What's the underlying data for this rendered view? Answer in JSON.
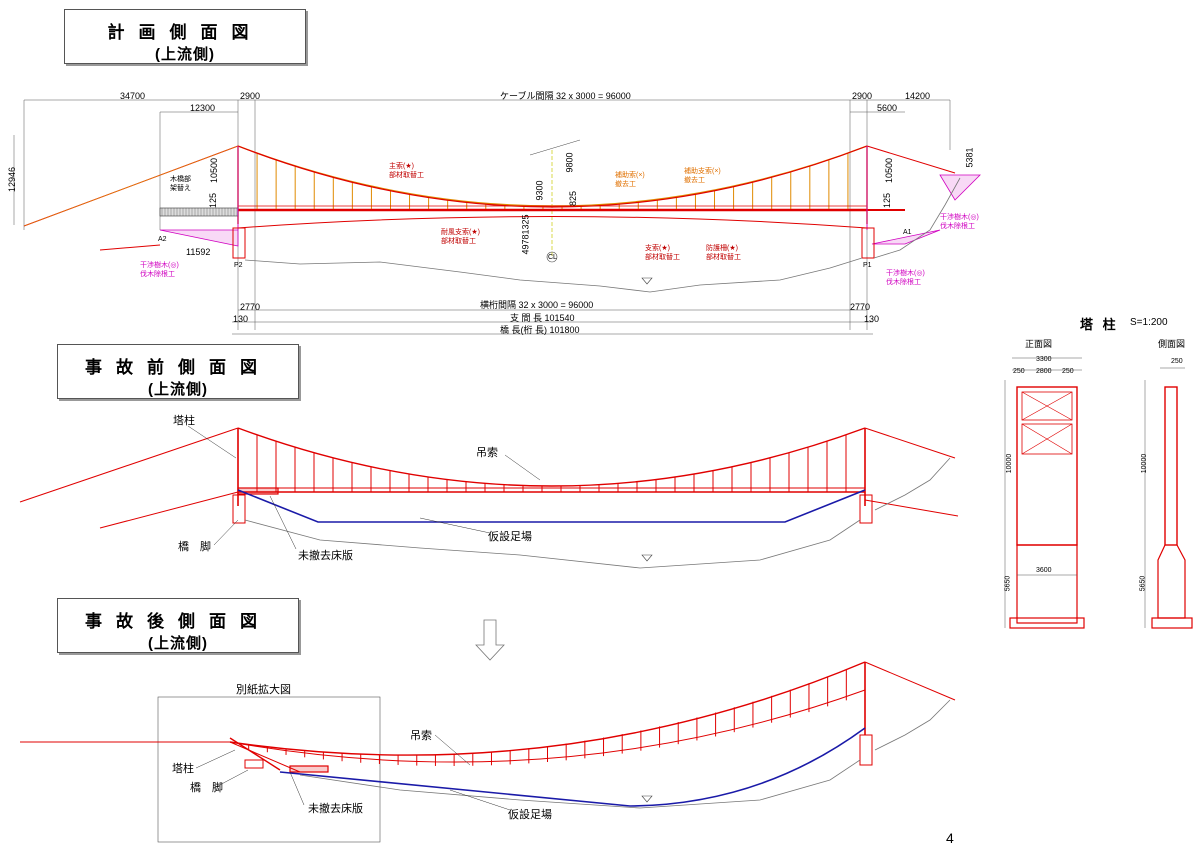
{
  "titles": {
    "plan_side": {
      "main": "計画側面図",
      "sub": "(上流側)"
    },
    "before": {
      "main": "事故前側面図",
      "sub": "(上流側)"
    },
    "after": {
      "main": "事故後側面図",
      "sub": "(上流側)"
    }
  },
  "plan_dims": {
    "d34700": "34700",
    "d12300": "12300",
    "d2900a": "2900",
    "cable_spacing": "ケーブル間隔  32 x 3000 = 96000",
    "d2900b": "2900",
    "d5600": "5600",
    "d14200": "14200",
    "d12946": "12946",
    "d10500a": "10500",
    "d10500b": "10500",
    "d5381": "5381",
    "d9300": "9300",
    "d9800": "9800",
    "d1325": "1325",
    "d4978": "4978",
    "d11592": "11592",
    "d125a": "125",
    "d125b": "125",
    "d825": "825",
    "d2770a": "2770",
    "d2770b": "2770",
    "d130a": "130",
    "d130b": "130",
    "girder_spacing": "横桁間隔  32 x 3000 = 96000",
    "span_length": "支 間 長  101540",
    "bridge_length": "橋 長(桁 長)  101800"
  },
  "plan_labels": {
    "wood_deck": "木橋部",
    "wood_deck2": "架替え",
    "main_cable": "主索(★)",
    "main_cable2": "部材取替工",
    "aux_cable": "補助索(×)",
    "aux_cable2": "撤去工",
    "aux_hanger": "補助支索(×)",
    "aux_hanger2": "撤去工",
    "wind_cable": "耐風支索(★)",
    "wind_cable2": "部材取替工",
    "hanger": "支索(★)",
    "hanger2": "部材取替工",
    "rail": "防護柵(★)",
    "rail2": "部材取替工",
    "tree_left": "干渉樹木(◎)",
    "tree_left2": "伐木除根工",
    "tree_right_top": "干渉樹木(◎)",
    "tree_right_top2": "伐木除根工",
    "tree_right_bot": "干渉樹木(◎)",
    "tree_right_bot2": "伐木除根工",
    "cl": "CL",
    "a2": "A2",
    "a1": "A1",
    "p2": "P2",
    "p1": "P1"
  },
  "before_labels": {
    "tower": "塔柱",
    "hanger": "吊索",
    "pier": "橋　脚",
    "deck": "未撤去床版",
    "scaffold": "仮設足場"
  },
  "after_labels": {
    "enlarged": "別紙拡大図",
    "hanger": "吊索",
    "tower": "塔柱",
    "pier": "橋　脚",
    "deck": "未撤去床版",
    "scaffold": "仮設足場"
  },
  "tower_detail": {
    "title": "塔 柱",
    "scale": "S=1:200",
    "front": "正面図",
    "side": "側面図",
    "w3300": "3300",
    "w250a": "250",
    "w2800": "2800",
    "w250b": "250",
    "w250c": "250",
    "h10000a": "10000",
    "h10000b": "10000",
    "w3600": "3600",
    "h5650a": "5650",
    "h5650b": "5650"
  },
  "page_number": "4",
  "colors": {
    "red": "#e00000",
    "blue": "#1a1aa8",
    "orange": "#e08a00",
    "magenta": "#d000c0",
    "gray": "#777777"
  }
}
